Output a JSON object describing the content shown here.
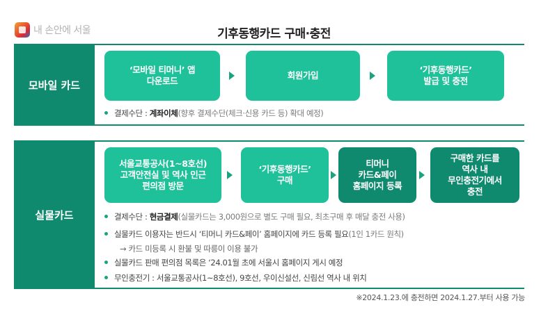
{
  "logo": {
    "text": "내 손안에 서울"
  },
  "title": "기후동행카드 구매·충전",
  "mobile": {
    "label": "모바일 카드",
    "steps": [
      "‘모바일 티머니’ 앱\n다운로드",
      "회원가입",
      "‘기후동행카드’\n발급 및 충전"
    ],
    "note": {
      "head": "결제수단 : ",
      "bold": "계좌이체",
      "rest": "(향후 결제수단(체크·신용 카드 등) 확대 예정)"
    }
  },
  "physical": {
    "label": "실물카드",
    "steps": [
      "서울교통공사(1~8호선)\n고객안전실 및 역사 인근\n편의점 방문",
      "‘기후동행카드’\n구매",
      "티머니\n카드&페이\n홈페이지 등록",
      "구매한 카드를\n역사 내\n무인충전기에서\n충전"
    ],
    "notes": [
      {
        "head": "결제수단 : ",
        "bold": "현금결제",
        "rest": "(실물카드는 3,000원으로 별도 구매 필요, 최초구매 후 매달 충전 사용)"
      },
      {
        "head": "실물카드 이용자는 반드시 ‘티머니 카드&페이’ 홈페이지에 카드 등록 필요",
        "bold": "",
        "rest": "(1인 1카드 원칙)"
      },
      {
        "head": "실물카드 판매 편의점 목록은 ‘24.01월 초에 서울시 홈페이지 게시 예정",
        "bold": "",
        "rest": ""
      },
      {
        "head": "무인충전기 : 서울교통공사(1~8호선), 9호선, 우이신설선, 신림선 역사 내 위치",
        "bold": "",
        "rest": ""
      }
    ],
    "subnote": "→ 카드 미등록 시 환불 및 따릉이 이용 불가"
  },
  "footnote": "※2024.1.23.에 충전하면 2024.1.27.부터 사용 가능"
}
